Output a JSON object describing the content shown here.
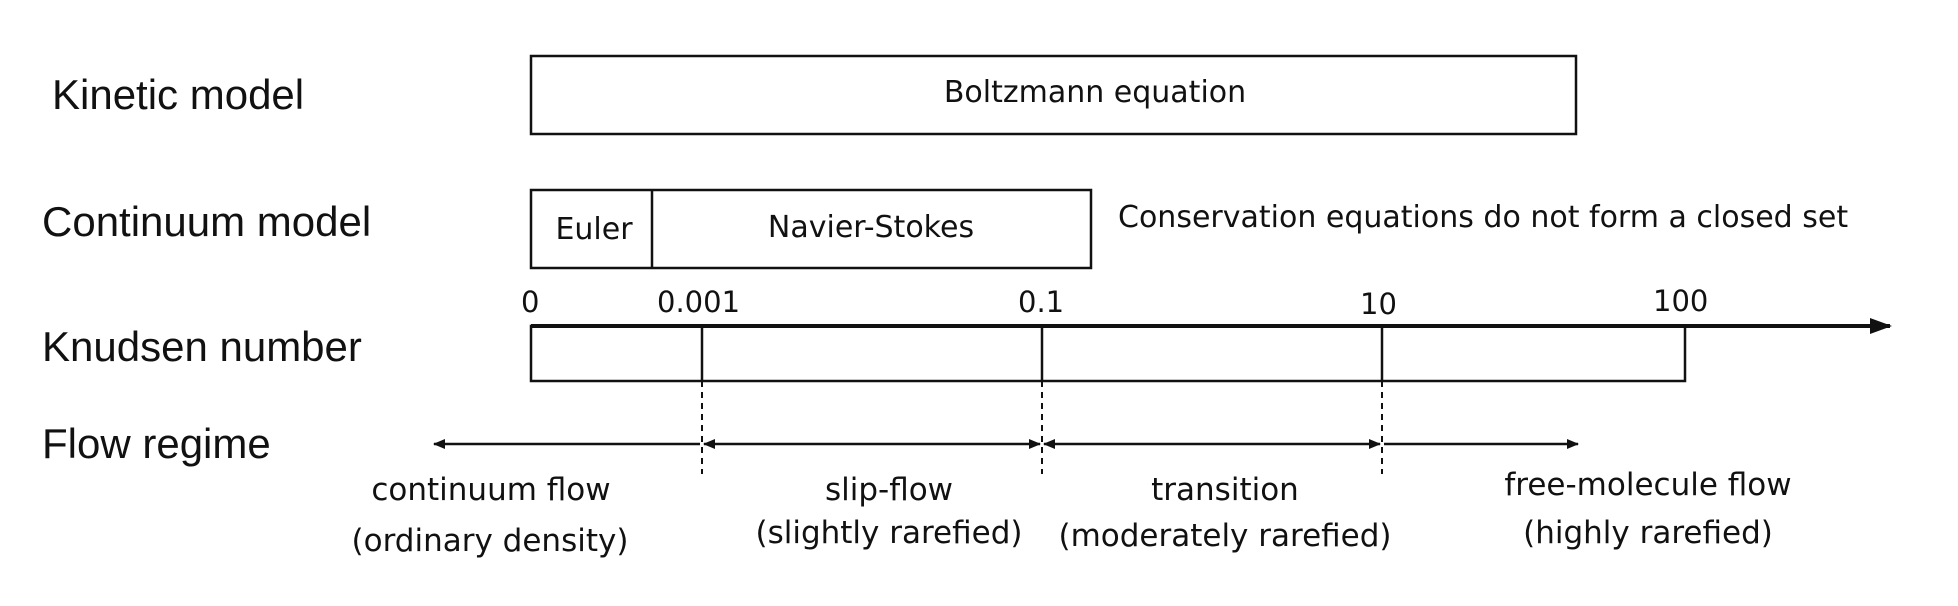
{
  "rows": {
    "kinetic": "Kinetic model",
    "continuum": "Continuum model",
    "knudsen": "Knudsen number",
    "flow": "Flow regime"
  },
  "kinetic_box": "Boltzmann equation",
  "continuum_boxes": {
    "euler": "Euler",
    "navier_stokes": "Navier-Stokes"
  },
  "continuum_note": "Conservation equations do not form a closed set",
  "knudsen_ticks": [
    "0",
    "0.001",
    "0.1",
    "10",
    "100"
  ],
  "regimes": [
    {
      "name": "continuum flow",
      "note": "(ordinary density)"
    },
    {
      "name": "slip-flow",
      "note": "(slightly rarefied)"
    },
    {
      "name": "transition",
      "note": "(moderately rarefied)"
    },
    {
      "name": "free-molecule flow",
      "note": "(highly rarefied)"
    }
  ]
}
